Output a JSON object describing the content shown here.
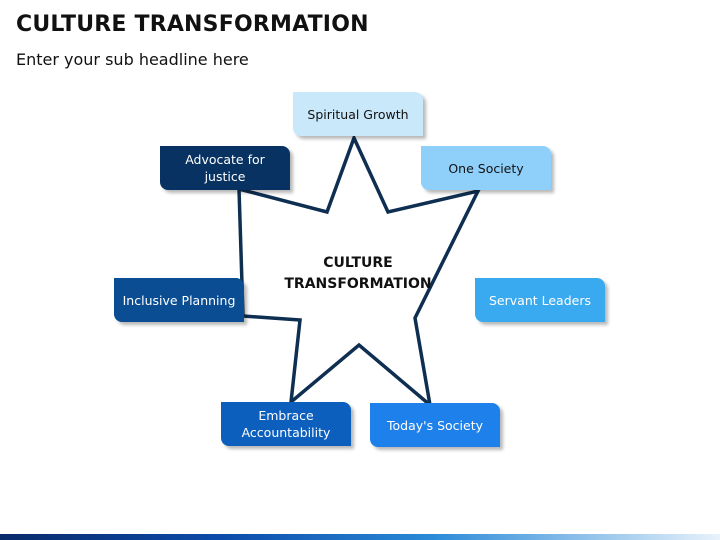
{
  "header": {
    "title": "CULTURE TRANSFORMATION",
    "subtitle": "Enter your sub headline here"
  },
  "diagram": {
    "center": [
      "CULTURE",
      "TRANSFORMATION"
    ],
    "nodes": [
      {
        "id": "spiritual-growth",
        "label": "Spiritual Growth",
        "bg": "#c9e9fb",
        "color": "#111111"
      },
      {
        "id": "one-society",
        "label": "One Society",
        "bg": "#8fd0fa",
        "color": "#111111"
      },
      {
        "id": "servant-leaders",
        "label": "Servant Leaders",
        "bg": "#3aaaf0",
        "color": "#ffffff"
      },
      {
        "id": "todays-society",
        "label": "Today's Society",
        "bg": "#1e80ea",
        "color": "#ffffff"
      },
      {
        "id": "embrace-accountability",
        "label": "Embrace Accountability",
        "bg": "#0d5fbd",
        "color": "#ffffff"
      },
      {
        "id": "inclusive-planning",
        "label": "Inclusive Planning",
        "bg": "#0a4d92",
        "color": "#ffffff"
      },
      {
        "id": "advocate-for-justice",
        "label": "Advocate for justice",
        "bg": "#073261",
        "color": "#ffffff"
      }
    ],
    "star_color": "#0e2f52"
  }
}
